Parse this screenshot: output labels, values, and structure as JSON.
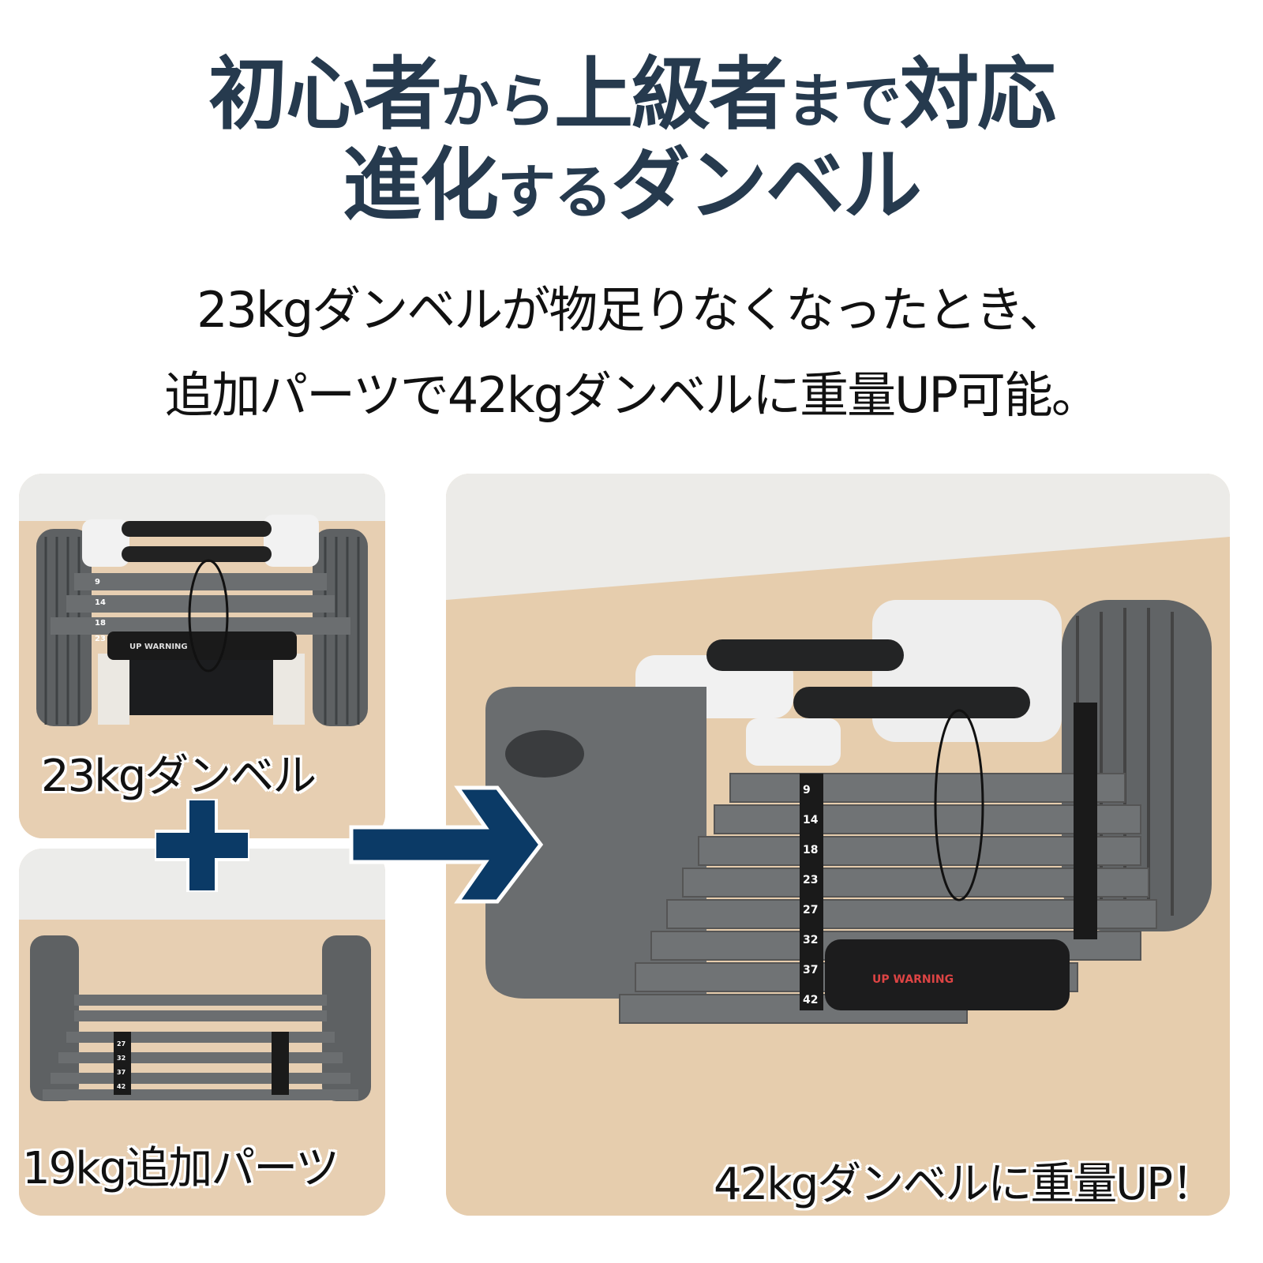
{
  "headline": {
    "line1_parts": [
      "初心者",
      "から",
      "上級者",
      "まで",
      "対応"
    ],
    "line2_parts": [
      "進化",
      "する",
      "ダンベル"
    ]
  },
  "subheadline": {
    "line1": "23kgダンベルが物足りなくなったとき、",
    "line2": "追加パーツで42kgダンベルに重量UP可能。"
  },
  "panels": {
    "base": {
      "caption": "23kgダンベル",
      "weights": [
        "9",
        "14",
        "18",
        "23"
      ],
      "label": "UP WARNING"
    },
    "addon": {
      "caption": "19kg追加パーツ",
      "weights": [
        "27",
        "32",
        "37",
        "42"
      ]
    },
    "result": {
      "caption": "42kgダンベルに重量UP！",
      "weights": [
        "9",
        "14",
        "18",
        "23",
        "27",
        "32",
        "37",
        "42"
      ],
      "label": "UP WARNING"
    }
  },
  "icons": {
    "plus": "plus-icon",
    "arrow": "arrow-right-icon"
  },
  "colors": {
    "headline": "#263a4e",
    "accent_navy": "#0b3a66",
    "text": "#111111"
  }
}
